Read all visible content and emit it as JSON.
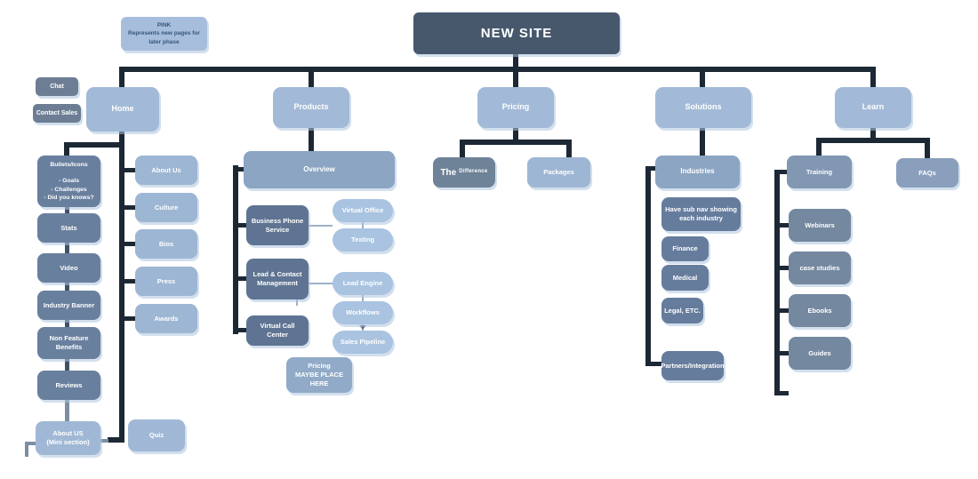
{
  "palette": {
    "connector_dark": "#1d2835",
    "connector_thin": "#9db2ca",
    "connector_gray": "#7b8ea4",
    "root_dark": "#47586d",
    "nav_light_blue": "#a2bad7",
    "mid_blue": "#8ba5c3",
    "pill_blue": "#a9c3e0",
    "slate_blue": "#697f9e",
    "dark_slate": "#5e7492",
    "solutions_slate": "#667c9d",
    "learn_slate": "#74889f"
  },
  "legend": {
    "text": "PINK\nRepresents new pages for\nlater phase"
  },
  "root": {
    "label": "NEW SITE"
  },
  "utility": {
    "chat": "Chat",
    "contact_sales": "Contact Sales"
  },
  "nav": [
    {
      "label": "Home"
    },
    {
      "label": "Products"
    },
    {
      "label": "Pricing"
    },
    {
      "label": "Solutions"
    },
    {
      "label": "Learn"
    }
  ],
  "home": {
    "page_sections": [
      {
        "label": "Bullets/Icons\n\n- Goals\n- Challenges\n- Did you knows?"
      },
      {
        "label": "Stats"
      },
      {
        "label": "Video"
      },
      {
        "label": "Industry Banner"
      },
      {
        "label": "Non Feature Benefits"
      },
      {
        "label": "Reviews"
      }
    ],
    "about_mini": {
      "label": "About US\n(Mini section)"
    },
    "subpages": [
      {
        "label": "About Us"
      },
      {
        "label": "Culture"
      },
      {
        "label": "Bios"
      },
      {
        "label": "Press"
      },
      {
        "label": "Awards"
      }
    ],
    "quiz": {
      "label": "Quiz"
    }
  },
  "products": {
    "overview": {
      "label": "Overview"
    },
    "categories": [
      {
        "label": "Business Phone Service"
      },
      {
        "label": "Lead & Contact Management"
      },
      {
        "label": "Virtual Call Center"
      }
    ],
    "features": [
      {
        "label": "Virtual Office"
      },
      {
        "label": "Texting"
      },
      {
        "label": "Lead Engine"
      },
      {
        "label": "Workflows"
      },
      {
        "label": "Sales Pipeline"
      }
    ],
    "note": {
      "label": "Pricing\nMAYBE PLACE\nHERE"
    }
  },
  "pricing": {
    "difference": {
      "the": "The",
      "rest": "Difference"
    },
    "packages": {
      "label": "Packages"
    }
  },
  "solutions": {
    "industries": {
      "label": "Industries"
    },
    "note": {
      "label": "Have sub nav showing\neach industry"
    },
    "subpages": [
      {
        "label": "Finance"
      },
      {
        "label": "Medical"
      },
      {
        "label": "Legal, ETC."
      },
      {
        "label": "Partners/Integration"
      }
    ]
  },
  "learn": {
    "training": {
      "label": "Training"
    },
    "faqs": {
      "label": "FAQs"
    },
    "subpages": [
      {
        "label": "Webinars"
      },
      {
        "label": "case studies"
      },
      {
        "label": "Ebooks"
      },
      {
        "label": "Guides"
      }
    ]
  }
}
